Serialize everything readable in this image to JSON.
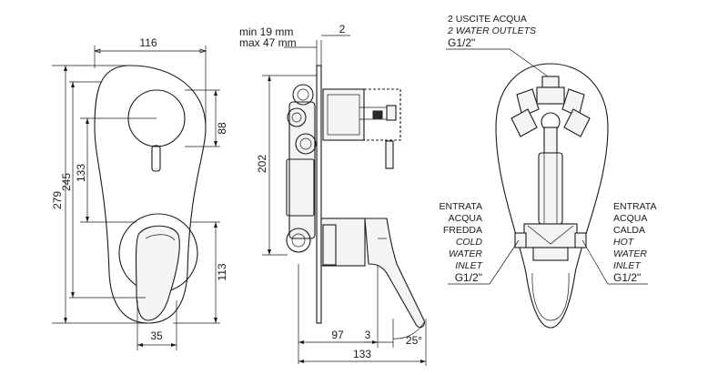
{
  "front_view": {
    "width": "116",
    "plate_height": "279",
    "lever_axis_height": "245",
    "knob_to_lever": "133",
    "knob_diameter": "88",
    "lever_height": "113",
    "lever_width": "35"
  },
  "side_view": {
    "depth_range_min": "min 19 mm",
    "depth_range_max": "max 47 mm",
    "plate_thickness": "2",
    "body_height": "202",
    "lever_depth": "97",
    "lever_offset": "3",
    "angle": "25°",
    "total_depth": "133"
  },
  "rear_view": {
    "outlets_it": "2 USCITE ACQUA",
    "outlets_en": "2 WATER OUTLETS",
    "outlets_thread": "G1/2\"",
    "cold": {
      "line1": "ENTRATA",
      "line2": "ACQUA",
      "line3": "FREDDA",
      "line4": "COLD",
      "line5": "WATER",
      "line6": "INLET",
      "thread": "G1/2\""
    },
    "hot": {
      "line1": "ENTRATA",
      "line2": "ACQUA",
      "line3": "CALDA",
      "line4": "HOT",
      "line5": "WATER",
      "line6": "INLET",
      "thread": "G1/2\""
    }
  }
}
